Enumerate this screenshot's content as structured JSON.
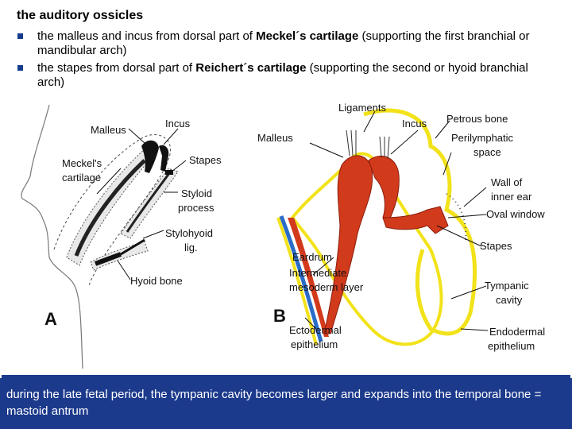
{
  "heading": "the auditory ossicles",
  "bullets": [
    {
      "pre": "the malleus and incus from dorsal part of ",
      "bold": "Meckel´s cartilage",
      "post": " (supporting the first branchial or mandibular arch)"
    },
    {
      "pre": "the stapes from dorsal part of ",
      "bold": "Reichert´s cartilage",
      "post": " (supporting the second or hyoid branchial arch)"
    }
  ],
  "figure": {
    "panel_a": {
      "letter": "A",
      "labels": {
        "malleus": "Malleus",
        "incus": "Incus",
        "meckel_1": "Meckel's",
        "meckel_2": "cartilage",
        "stapes": "Stapes",
        "styloid_1": "Styloid",
        "styloid_2": "process",
        "stylohyoid_1": "Stylohyoid",
        "stylohyoid_2": "lig.",
        "hyoid": "Hyoid bone"
      }
    },
    "panel_b": {
      "letter": "B",
      "labels": {
        "ligaments": "Ligaments",
        "malleus": "Malleus",
        "incus": "Incus",
        "petrous": "Petrous bone",
        "perilymph_1": "Perilymphatic",
        "perilymph_2": "space",
        "wall_1": "Wall of",
        "wall_2": "inner ear",
        "oval": "Oval window",
        "stapes": "Stapes",
        "eardrum": "Eardrum",
        "intermediate_1": "Intermediate",
        "intermediate_2": "mesoderm layer",
        "tympanic_1": "Tympanic",
        "tympanic_2": "cavity",
        "ectodermal_1": "Ectodermal",
        "ectodermal_2": "epithelium",
        "endodermal_1": "Endodermal",
        "endodermal_2": "epithelium"
      }
    }
  },
  "caption": "during the late fetal period, the tympanic cavity becomes larger and expands into the temporal bone = mastoid antrum",
  "colors": {
    "bone_red": "#d23a1c",
    "epithelium_yellow": "#f2e21a",
    "panel_blue": "#1c3a8c",
    "bullet_blue": "#153b8b"
  }
}
